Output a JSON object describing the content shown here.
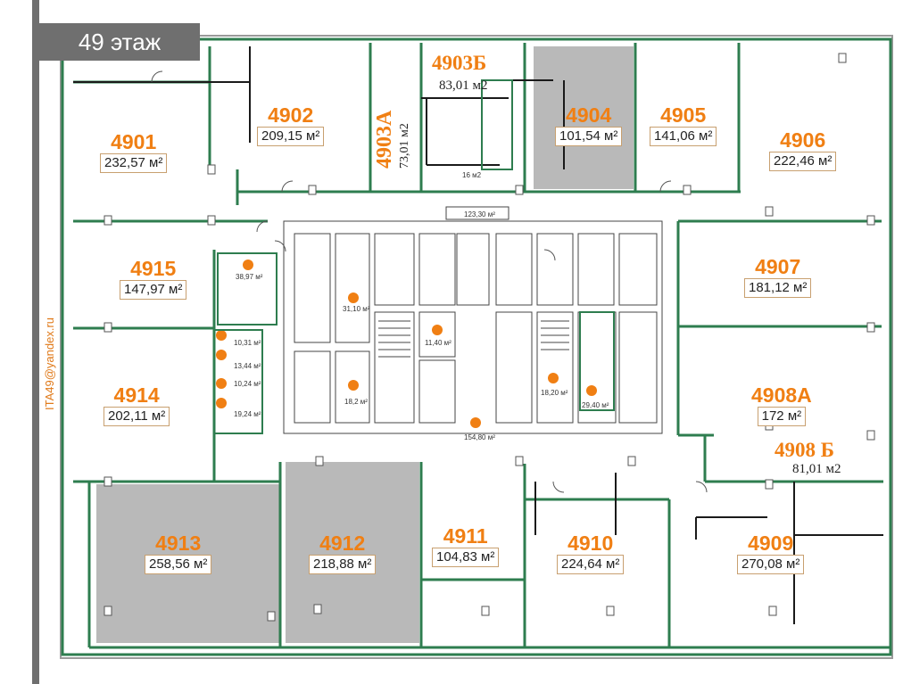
{
  "floor_label": "49 этаж",
  "contact": "ITA49@yandex.ru",
  "units": {
    "u4901": {
      "num": "4901",
      "area": "232,57 м²"
    },
    "u4902": {
      "num": "4902",
      "area": "209,15 м²"
    },
    "u4903a": {
      "num": "4903А",
      "area": "73,01 м2"
    },
    "u4903b": {
      "num": "4903Б",
      "area": "83,01 м2"
    },
    "u4904": {
      "num": "4904",
      "area": "101,54 м²"
    },
    "u4905": {
      "num": "4905",
      "area": "141,06 м²"
    },
    "u4906": {
      "num": "4906",
      "area": "222,46 м²"
    },
    "u4907": {
      "num": "4907",
      "area": "181,12 м²"
    },
    "u4908a": {
      "num": "4908А",
      "area": "172  м²"
    },
    "u4908b": {
      "num": "4908 Б",
      "area": "81,01 м2"
    },
    "u4909": {
      "num": "4909",
      "area": "270,08 м²"
    },
    "u4910": {
      "num": "4910",
      "area": "224,64 м²"
    },
    "u4911": {
      "num": "4911",
      "area": "104,83 м²"
    },
    "u4912": {
      "num": "4912",
      "area": "218,88 м²"
    },
    "u4913": {
      "num": "4913",
      "area": "258,56 м²"
    },
    "u4914": {
      "num": "4914",
      "area": "202,11 м²"
    },
    "u4915": {
      "num": "4915",
      "area": "147,97 м²"
    }
  },
  "small_labels": {
    "r16m2": "16 м2",
    "r123": "123,30 м²",
    "r21": "31,10 м²",
    "r22": "18,2 м²",
    "r23": "18,20 м²",
    "r24": "29,40 м²",
    "r25": "154,80 м²",
    "r26": "11,40 м²",
    "r16": "38,97 м²",
    "r17": "10,31 м²",
    "r18": "13,44 м²",
    "r20": "10,24 м²",
    "r19": "19,24 м²"
  },
  "colors": {
    "accent": "#f07f13",
    "wall": "#2e7d4f",
    "shade": "#b4b4b4"
  }
}
